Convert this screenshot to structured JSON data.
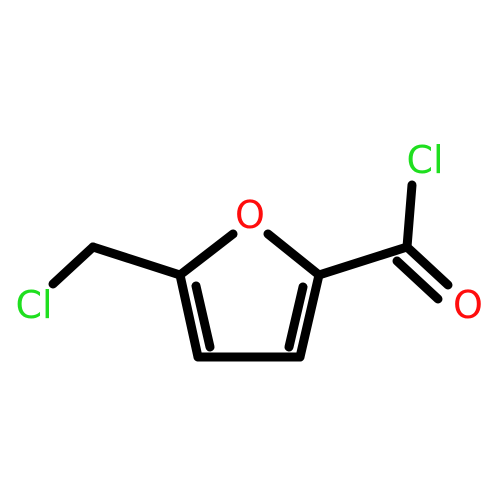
{
  "molecule": {
    "atoms": {
      "ring_oxygen": {
        "label": "O",
        "color": "#ff0d0d"
      },
      "acyl_chlorine": {
        "label": "Cl",
        "color": "#1fdf1f"
      },
      "carbonyl_oxygen": {
        "label": "O",
        "color": "#ff0d0d"
      },
      "methyl_chlorine": {
        "label": "Cl",
        "color": "#1fdf1f"
      }
    },
    "bond_color": "#000000"
  }
}
